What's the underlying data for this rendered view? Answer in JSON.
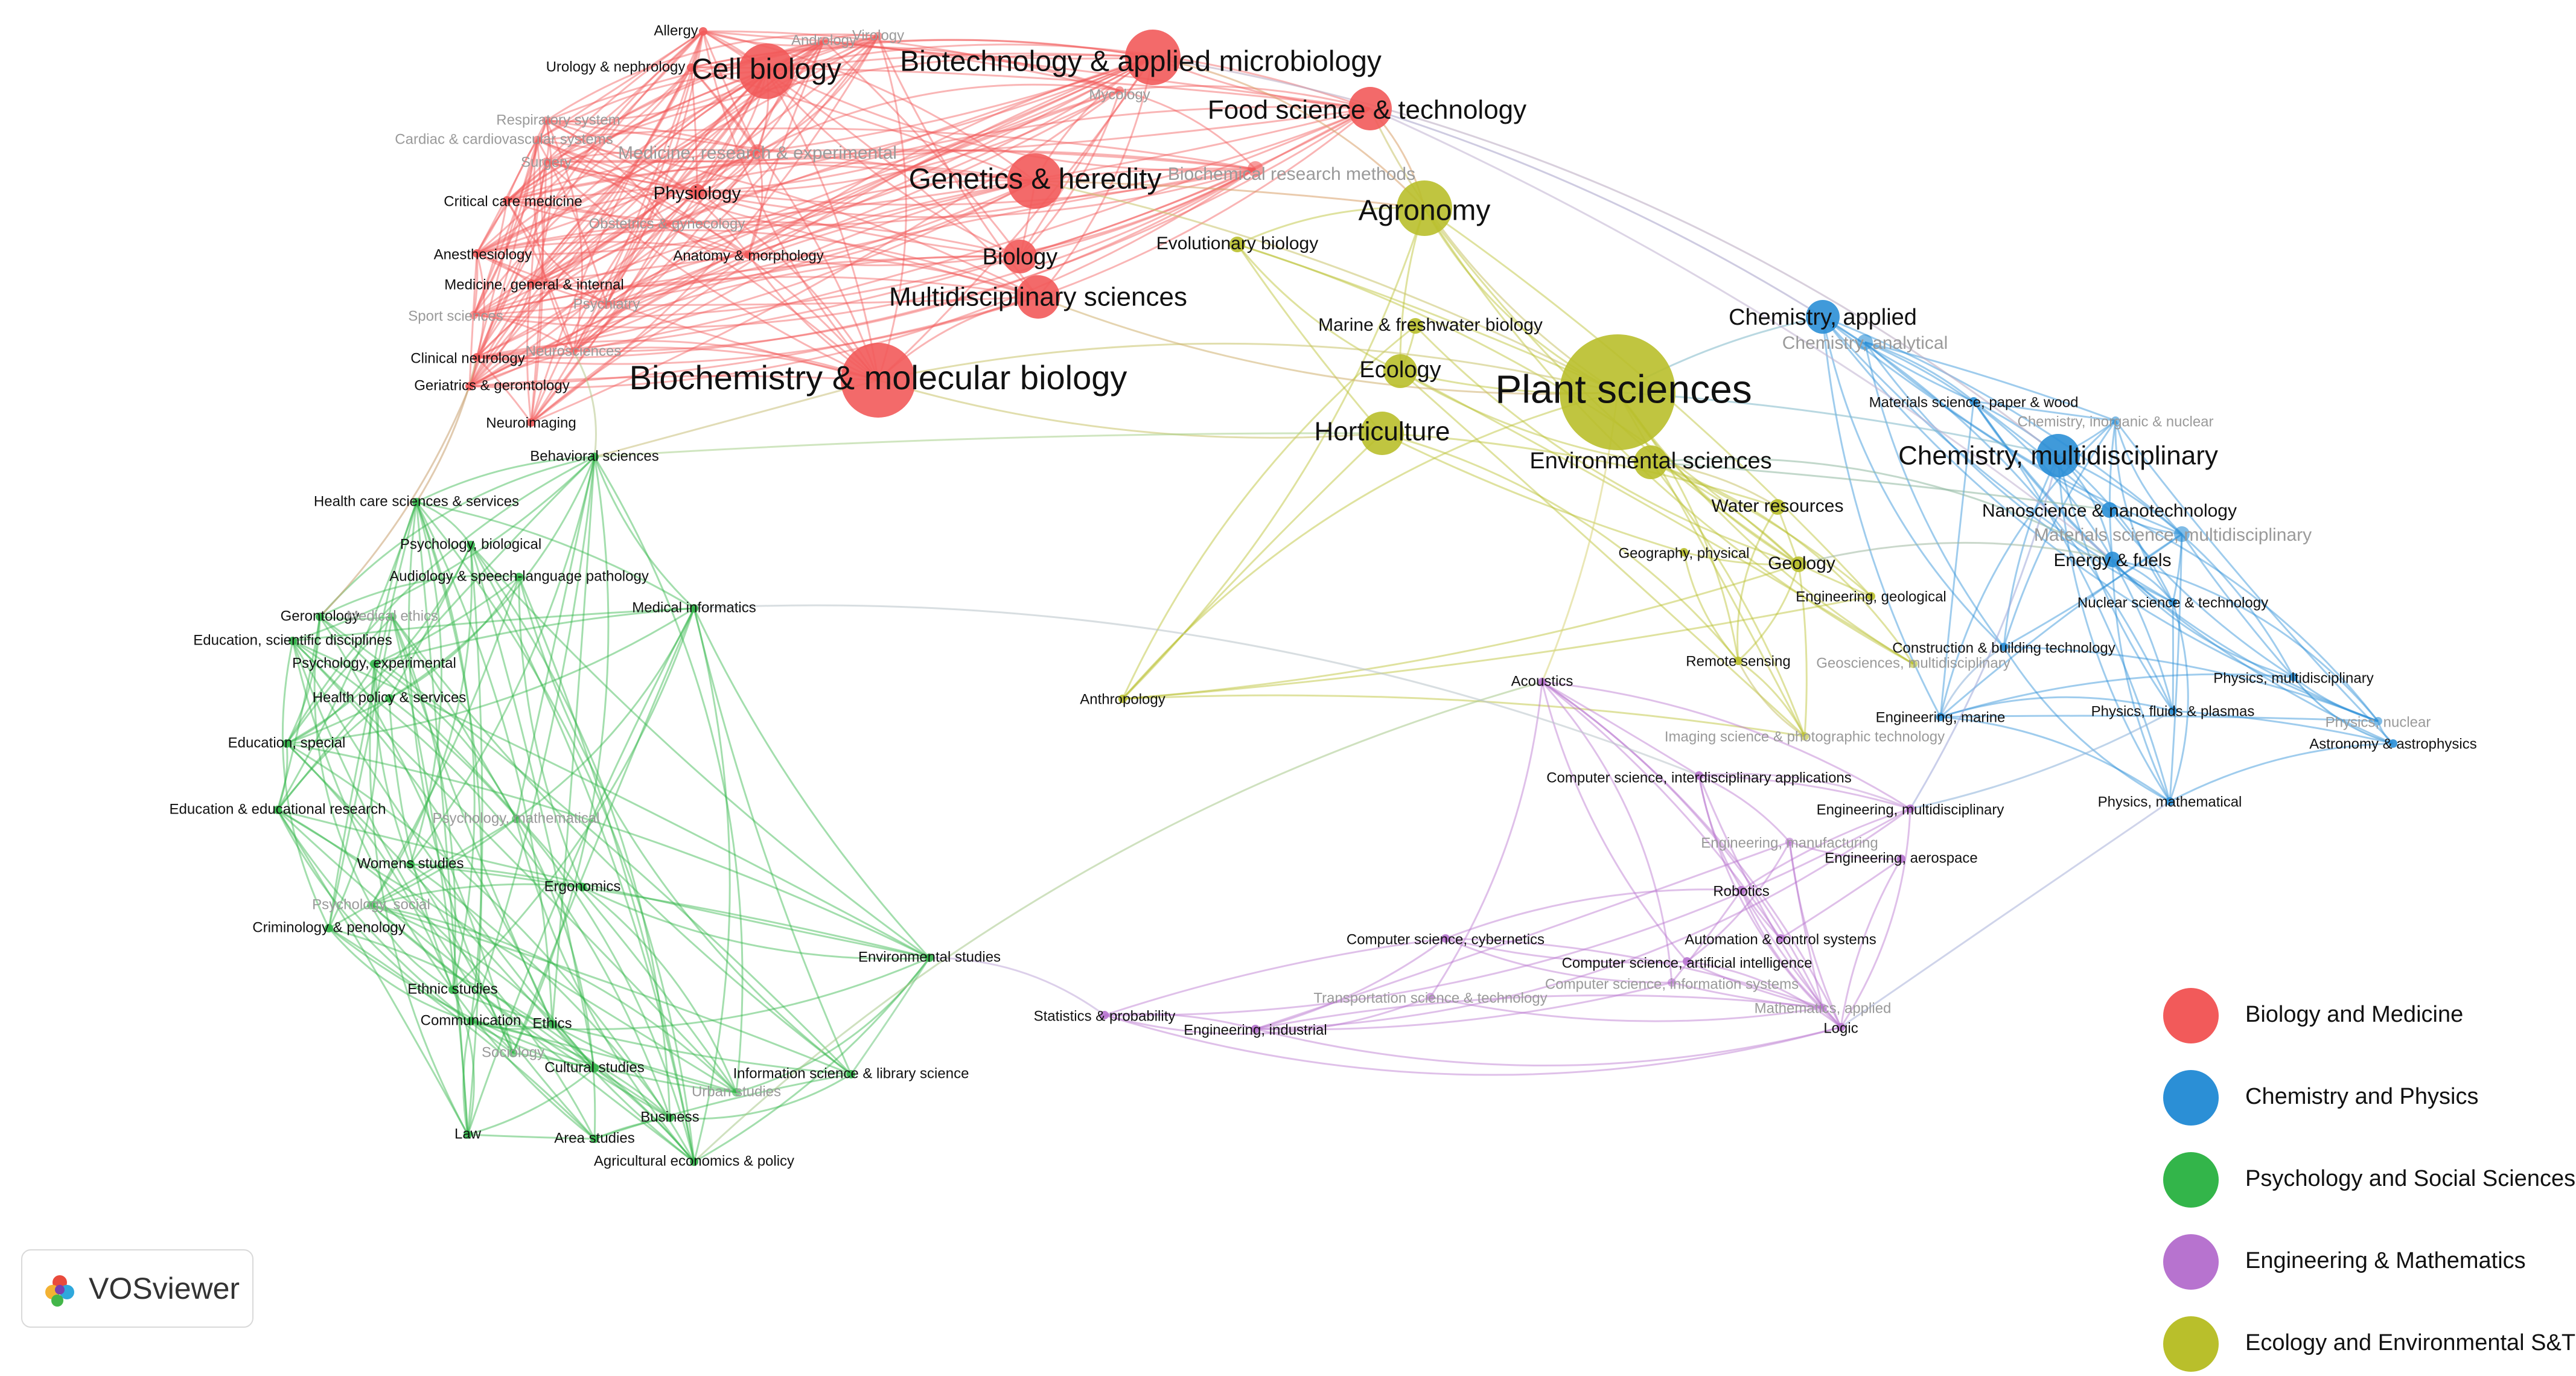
{
  "brand": {
    "name": "VOSviewer",
    "icon": "vosviewer-logo-icon"
  },
  "clusters": [
    {
      "id": "red",
      "name": "Biology and Medicine",
      "color": "#f25a5a"
    },
    {
      "id": "blue",
      "name": "Chemistry and Physics",
      "color": "#2b8fd6"
    },
    {
      "id": "green",
      "name": "Psychology and Social Sciences",
      "color": "#33b54a"
    },
    {
      "id": "purple",
      "name": "Engineering & Mathematics",
      "color": "#b773cf"
    },
    {
      "id": "yellow",
      "name": "Ecology and Environmental S&T",
      "color": "#b9bf2b"
    }
  ],
  "nodes": [
    {
      "label": "Allergy",
      "c": "red",
      "w": 1
    },
    {
      "label": "Urology & nephrology",
      "c": "red",
      "w": 1
    },
    {
      "label": "Cell biology",
      "c": "red",
      "w": 5
    },
    {
      "label": "Andrology",
      "c": "red",
      "w": 1,
      "faint": true
    },
    {
      "label": "Virology",
      "c": "red",
      "w": 1,
      "faint": true
    },
    {
      "label": "Biotechnology & applied microbiology",
      "c": "red",
      "w": 5
    },
    {
      "label": "Mycology",
      "c": "red",
      "w": 1,
      "faint": true
    },
    {
      "label": "Food science & technology",
      "c": "red",
      "w": 4
    },
    {
      "label": "Respiratory system",
      "c": "red",
      "w": 1,
      "faint": true
    },
    {
      "label": "Cardiac & cardiovascular systems",
      "c": "red",
      "w": 1,
      "faint": true
    },
    {
      "label": "Surgery",
      "c": "red",
      "w": 1,
      "faint": true
    },
    {
      "label": "Medicine, research & experimental",
      "c": "red",
      "w": 2,
      "faint": true
    },
    {
      "label": "Genetics & heredity",
      "c": "red",
      "w": 5
    },
    {
      "label": "Biochemical research methods",
      "c": "red",
      "w": 2,
      "faint": true
    },
    {
      "label": "Physiology",
      "c": "red",
      "w": 2
    },
    {
      "label": "Critical care medicine",
      "c": "red",
      "w": 1
    },
    {
      "label": "Obstetrics & gynecology",
      "c": "red",
      "w": 1,
      "faint": true
    },
    {
      "label": "Anesthesiology",
      "c": "red",
      "w": 1
    },
    {
      "label": "Anatomy & morphology",
      "c": "red",
      "w": 1
    },
    {
      "label": "Biology",
      "c": "red",
      "w": 3
    },
    {
      "label": "Medicine, general & internal",
      "c": "red",
      "w": 1
    },
    {
      "label": "Sport sciences",
      "c": "red",
      "w": 1,
      "faint": true
    },
    {
      "label": "Psychiatry",
      "c": "red",
      "w": 1,
      "faint": true
    },
    {
      "label": "Multidisciplinary sciences",
      "c": "red",
      "w": 4
    },
    {
      "label": "Clinical neurology",
      "c": "red",
      "w": 1
    },
    {
      "label": "Neurosciences",
      "c": "red",
      "w": 1,
      "faint": true
    },
    {
      "label": "Geriatrics & gerontology",
      "c": "red",
      "w": 1
    },
    {
      "label": "Biochemistry & molecular biology",
      "c": "red",
      "w": 6
    },
    {
      "label": "Neuroimaging",
      "c": "red",
      "w": 1
    },
    {
      "label": "Evolutionary biology",
      "c": "yellow",
      "w": 2
    },
    {
      "label": "Agronomy",
      "c": "yellow",
      "w": 5
    },
    {
      "label": "Marine & freshwater biology",
      "c": "yellow",
      "w": 2
    },
    {
      "label": "Ecology",
      "c": "yellow",
      "w": 3
    },
    {
      "label": "Plant sciences",
      "c": "yellow",
      "w": 7
    },
    {
      "label": "Horticulture",
      "c": "yellow",
      "w": 4
    },
    {
      "label": "Environmental sciences",
      "c": "yellow",
      "w": 3
    },
    {
      "label": "Water resources",
      "c": "yellow",
      "w": 2
    },
    {
      "label": "Geography, physical",
      "c": "yellow",
      "w": 1
    },
    {
      "label": "Geology",
      "c": "yellow",
      "w": 2
    },
    {
      "label": "Engineering, geological",
      "c": "yellow",
      "w": 1
    },
    {
      "label": "Remote sensing",
      "c": "yellow",
      "w": 1
    },
    {
      "label": "Geosciences, multidisciplinary",
      "c": "yellow",
      "w": 1,
      "faint": true
    },
    {
      "label": "Imaging science & photographic technology",
      "c": "yellow",
      "w": 1,
      "faint": true
    },
    {
      "label": "Anthropology",
      "c": "yellow",
      "w": 1
    },
    {
      "label": "Chemistry, applied",
      "c": "blue",
      "w": 3
    },
    {
      "label": "Chemistry, analytical",
      "c": "blue",
      "w": 2,
      "faint": true
    },
    {
      "label": "Materials science, paper & wood",
      "c": "blue",
      "w": 1
    },
    {
      "label": "Chemistry, inorganic & nuclear",
      "c": "blue",
      "w": 1,
      "faint": true
    },
    {
      "label": "Chemistry, multidisciplinary",
      "c": "blue",
      "w": 4
    },
    {
      "label": "Nanoscience & nanotechnology",
      "c": "blue",
      "w": 2
    },
    {
      "label": "Materials science, multidisciplinary",
      "c": "blue",
      "w": 2,
      "faint": true
    },
    {
      "label": "Energy & fuels",
      "c": "blue",
      "w": 2
    },
    {
      "label": "Nuclear science & technology",
      "c": "blue",
      "w": 1
    },
    {
      "label": "Construction & building technology",
      "c": "blue",
      "w": 1
    },
    {
      "label": "Physics, multidisciplinary",
      "c": "blue",
      "w": 1
    },
    {
      "label": "Physics, fluids & plasmas",
      "c": "blue",
      "w": 1
    },
    {
      "label": "Physics, nuclear",
      "c": "blue",
      "w": 1,
      "faint": true
    },
    {
      "label": "Astronomy & astrophysics",
      "c": "blue",
      "w": 1
    },
    {
      "label": "Physics, mathematical",
      "c": "blue",
      "w": 1
    },
    {
      "label": "Engineering, marine",
      "c": "blue",
      "w": 1
    },
    {
      "label": "Acoustics",
      "c": "purple",
      "w": 1
    },
    {
      "label": "Computer science, interdisciplinary applications",
      "c": "purple",
      "w": 1
    },
    {
      "label": "Engineering, multidisciplinary",
      "c": "purple",
      "w": 1
    },
    {
      "label": "Engineering, manufacturing",
      "c": "purple",
      "w": 1,
      "faint": true
    },
    {
      "label": "Engineering, aerospace",
      "c": "purple",
      "w": 1
    },
    {
      "label": "Robotics",
      "c": "purple",
      "w": 1
    },
    {
      "label": "Computer science, cybernetics",
      "c": "purple",
      "w": 1
    },
    {
      "label": "Automation & control systems",
      "c": "purple",
      "w": 1
    },
    {
      "label": "Computer science, artificial intelligence",
      "c": "purple",
      "w": 1
    },
    {
      "label": "Computer science, information systems",
      "c": "purple",
      "w": 1,
      "faint": true
    },
    {
      "label": "Transportation science & technology",
      "c": "purple",
      "w": 1,
      "faint": true
    },
    {
      "label": "Statistics & probability",
      "c": "purple",
      "w": 1
    },
    {
      "label": "Engineering, industrial",
      "c": "purple",
      "w": 1
    },
    {
      "label": "Mathematics, applied",
      "c": "purple",
      "w": 1,
      "faint": true
    },
    {
      "label": "Logic",
      "c": "purple",
      "w": 1
    },
    {
      "label": "Health care sciences & services",
      "c": "green",
      "w": 1
    },
    {
      "label": "Behavioral sciences",
      "c": "green",
      "w": 1
    },
    {
      "label": "Psychology, biological",
      "c": "green",
      "w": 1
    },
    {
      "label": "Audiology & speech-language pathology",
      "c": "green",
      "w": 1
    },
    {
      "label": "Gerontology",
      "c": "green",
      "w": 1
    },
    {
      "label": "Medical ethics",
      "c": "green",
      "w": 1,
      "faint": true
    },
    {
      "label": "Medical informatics",
      "c": "green",
      "w": 1
    },
    {
      "label": "Education, scientific disciplines",
      "c": "green",
      "w": 1
    },
    {
      "label": "Psychology, experimental",
      "c": "green",
      "w": 1
    },
    {
      "label": "Health policy & services",
      "c": "green",
      "w": 1
    },
    {
      "label": "Education, special",
      "c": "green",
      "w": 1
    },
    {
      "label": "Education & educational research",
      "c": "green",
      "w": 1
    },
    {
      "label": "Psychology, mathematical",
      "c": "green",
      "w": 1,
      "faint": true
    },
    {
      "label": "Womens studies",
      "c": "green",
      "w": 1
    },
    {
      "label": "Ergonomics",
      "c": "green",
      "w": 1
    },
    {
      "label": "Psychology, social",
      "c": "green",
      "w": 1,
      "faint": true
    },
    {
      "label": "Criminology & penology",
      "c": "green",
      "w": 1
    },
    {
      "label": "Ethnic studies",
      "c": "green",
      "w": 1
    },
    {
      "label": "Communication",
      "c": "green",
      "w": 1
    },
    {
      "label": "Ethics",
      "c": "green",
      "w": 1
    },
    {
      "label": "Sociology",
      "c": "green",
      "w": 1,
      "faint": true
    },
    {
      "label": "Cultural studies",
      "c": "green",
      "w": 1
    },
    {
      "label": "Environmental studies",
      "c": "green",
      "w": 1
    },
    {
      "label": "Information science & library science",
      "c": "green",
      "w": 1
    },
    {
      "label": "Urban studies",
      "c": "green",
      "w": 1,
      "faint": true
    },
    {
      "label": "Business",
      "c": "green",
      "w": 1
    },
    {
      "label": "Law",
      "c": "green",
      "w": 1
    },
    {
      "label": "Area studies",
      "c": "green",
      "w": 1
    },
    {
      "label": "Agricultural economics & policy",
      "c": "green",
      "w": 1
    }
  ]
}
